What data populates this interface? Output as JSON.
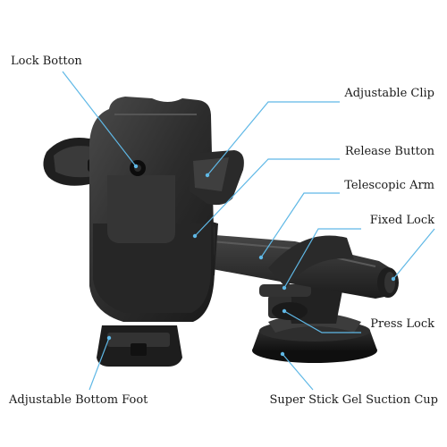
{
  "labels": {
    "lock_button": "Lock Botton",
    "adjustable_clip": "Adjustable Clip",
    "release_button": "Release Button",
    "telescopic_arm": "Telescopic Arm",
    "fixed_lock": "Fixed Lock",
    "press_lock": "Press Lock",
    "adjustable_bottom_foot": "Adjustable Bottom Foot",
    "suction_cup": "Super Stick Gel Suction Cup"
  },
  "colors": {
    "leader_line": "#5fb8e6",
    "body": "#2b2b2b",
    "body_dark": "#1b1b1b",
    "body_light": "#3d3d3d"
  }
}
